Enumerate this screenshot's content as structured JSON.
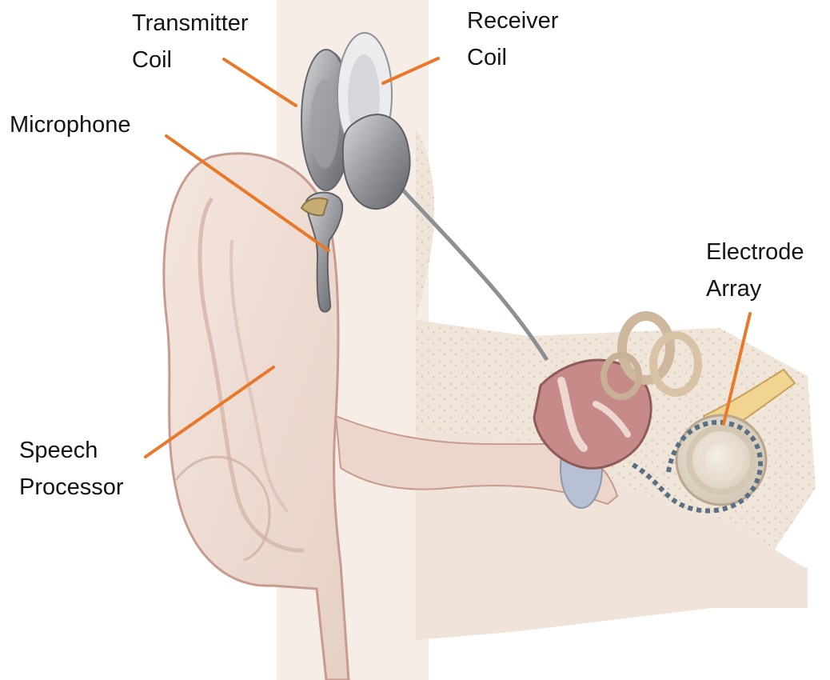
{
  "labels": {
    "transmitter_coil": [
      "Transmitter",
      "Coil"
    ],
    "receiver_coil": [
      "Receiver",
      "Coil"
    ],
    "microphone": [
      "Microphone"
    ],
    "electrode_array": [
      "Electrode",
      "Array"
    ],
    "speech_processor": [
      "Speech",
      "Processor"
    ]
  },
  "colors": {
    "leader_line": "#e8782a",
    "label_text": "#141414",
    "skin": "#ecd8cd",
    "skin_edge": "#c9a297",
    "bone": "#efe5d9",
    "device_gray": "#8d8f93",
    "cochlea": "#e6dcc8",
    "eardrum": "#aeb8cc"
  }
}
